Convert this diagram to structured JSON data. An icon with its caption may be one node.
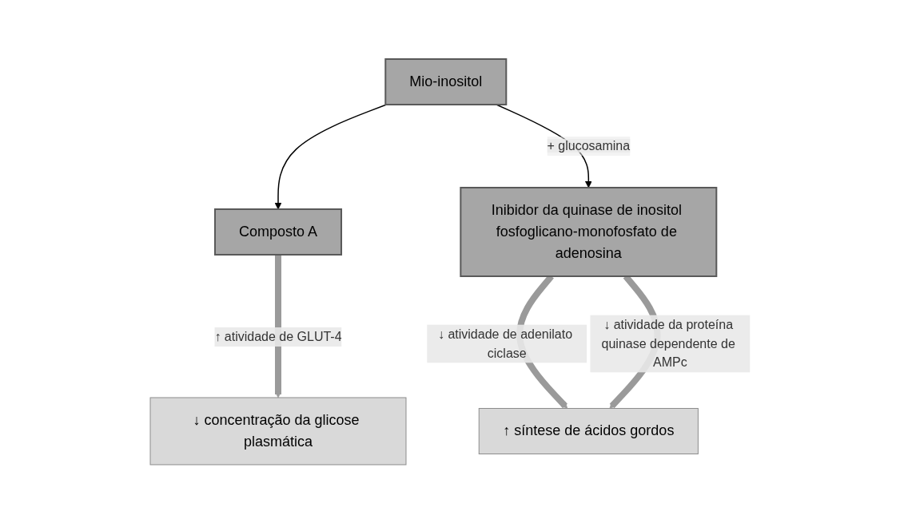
{
  "diagram": {
    "nodes": [
      {
        "text": [
          "Mio-inositol"
        ]
      },
      {
        "text": [
          "Composto A"
        ]
      },
      {
        "text": [
          "Inibidor da quinase de inositol fosfoglicano-monofosfato de adenosina"
        ]
      },
      {
        "text": [
          "↓ concentração da glicose plasmática"
        ]
      },
      {
        "text": [
          "↑ síntese de ácidos gordos"
        ]
      }
    ],
    "edges": [
      {
        "from": 0,
        "to": 1,
        "arrow": "to",
        "color": "#000000"
      },
      {
        "from": 0,
        "to": 2,
        "arrow": "to",
        "label": "+ glucosamina",
        "color": "#000000"
      },
      {
        "from": 1,
        "to": 3,
        "arrow": "to",
        "label": "↑ atividade de GLUT-4"
      },
      {
        "from": 2,
        "to": 4,
        "arrow": "to",
        "label": "↓ atividade de adenilato ciclase"
      },
      {
        "from": 2,
        "to": 4,
        "arrow": "to",
        "label": "↓ atividade da proteína quinase dependente de AMPc"
      }
    ]
  }
}
